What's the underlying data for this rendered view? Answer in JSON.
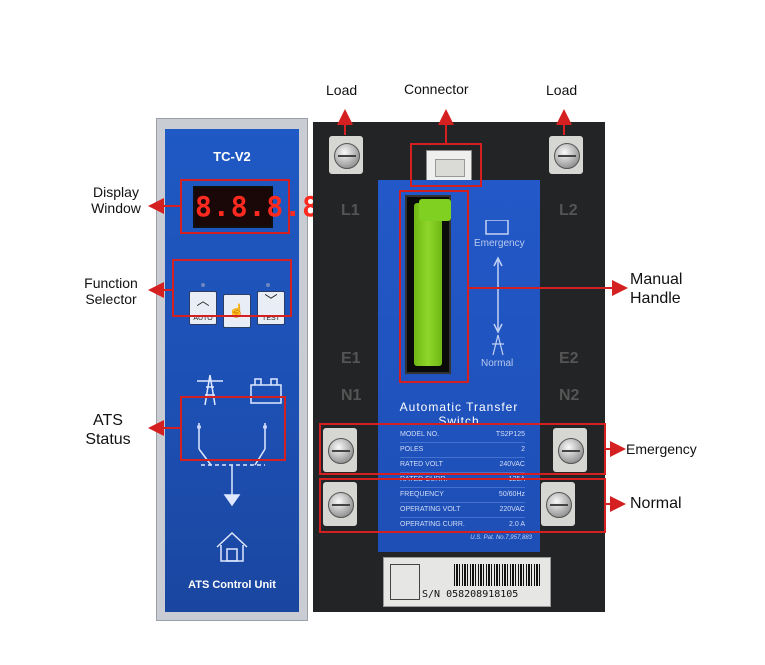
{
  "callouts": {
    "load_left": "Load",
    "connector": "Connector",
    "load_right": "Load",
    "display_window": [
      "Display",
      "Window"
    ],
    "function_selector": [
      "Function",
      "Selector"
    ],
    "ats_status": [
      "ATS",
      "Status"
    ],
    "manual_handle": [
      "Manual",
      "Handle"
    ],
    "emergency": "Emergency",
    "normal": "Normal"
  },
  "control_unit": {
    "model": "TC-V2",
    "display_value": "8.8.8.8",
    "buttons": [
      {
        "label": "AUTO",
        "icon": "up-chevron-icon"
      },
      {
        "label": "",
        "icon": "hand-icon"
      },
      {
        "label": "TEST",
        "icon": "down-chevron-icon"
      }
    ],
    "footer_label": "ATS Control Unit"
  },
  "switch": {
    "title": "Automatic Transfer Switch",
    "panel_emergency": "Emergency",
    "panel_normal": "Normal",
    "side_labels": {
      "l1": "L1",
      "l2": "L2",
      "e1": "E1",
      "e2": "E2",
      "n1": "N1",
      "n2": "N2"
    },
    "ratings": [
      {
        "name": "MODEL NO.",
        "value": "TS2P125"
      },
      {
        "name": "POLES",
        "value": "2"
      },
      {
        "name": "RATED VOLT",
        "value": "240VAC"
      },
      {
        "name": "RATED CURR.",
        "value": "125A"
      },
      {
        "name": "FREQUENCY",
        "value": "50/60Hz"
      },
      {
        "name": "OPERATING VOLT",
        "value": "220VAC"
      },
      {
        "name": "OPERATING CURR.",
        "value": "2.0 A"
      }
    ],
    "patent": "U.S. Pat. No.7,957,883",
    "serial": "S/N 058208918105"
  },
  "colors": {
    "accent_red": "#d42020",
    "panel_blue": "#1f59c4",
    "handle_green": "#7fd020"
  }
}
